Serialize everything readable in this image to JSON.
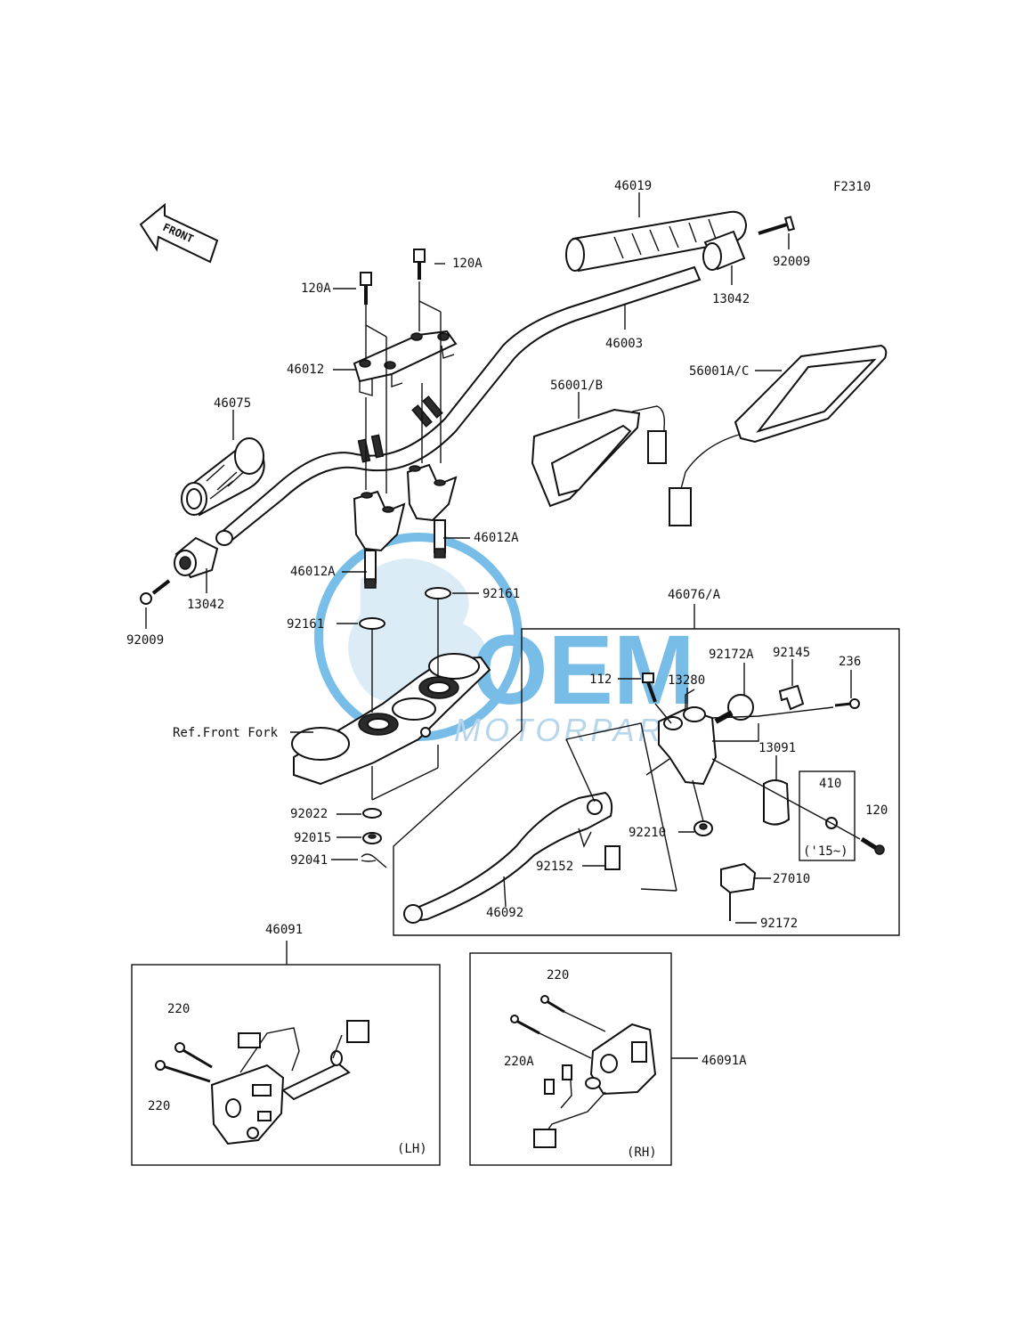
{
  "diagram_code": "F2310",
  "front_arrow_label": "FRONT",
  "watermark": {
    "brand": "OEM",
    "sub": "MOTORPARTS",
    "color": "#4aa8e0"
  },
  "labels": {
    "p46019": "46019",
    "p92009_r": "92009",
    "p13042_r": "13042",
    "p46003": "46003",
    "p120A_a": "120A",
    "p120A_b": "120A",
    "p46012": "46012",
    "p46075": "46075",
    "p56001B": "56001/B",
    "p56001AC": "56001A/C",
    "p46012A_r": "46012A",
    "p46012A_l": "46012A",
    "p92161_r": "92161",
    "p92161_l": "92161",
    "p13042_l": "13042",
    "p92009_l": "92009",
    "p46076A": "46076/A",
    "p112": "112",
    "p13280": "13280",
    "p92172A": "92172A",
    "p92145": "92145",
    "p236": "236",
    "p13091": "13091",
    "p410": "410",
    "p120": "120",
    "p15": "('15~)",
    "p92210": "92210",
    "p92152": "92152",
    "p27010": "27010",
    "p46092": "46092",
    "p92172": "92172",
    "ref_front_fork": "Ref.Front Fork",
    "p92022": "92022",
    "p92015": "92015",
    "p92041": "92041",
    "p46091": "46091",
    "p220_lh_a": "220",
    "p220_lh_b": "220",
    "lh": "(LH)",
    "p220_rh": "220",
    "p220A_rh": "220A",
    "p46091A": "46091A",
    "rh": "(RH)"
  }
}
